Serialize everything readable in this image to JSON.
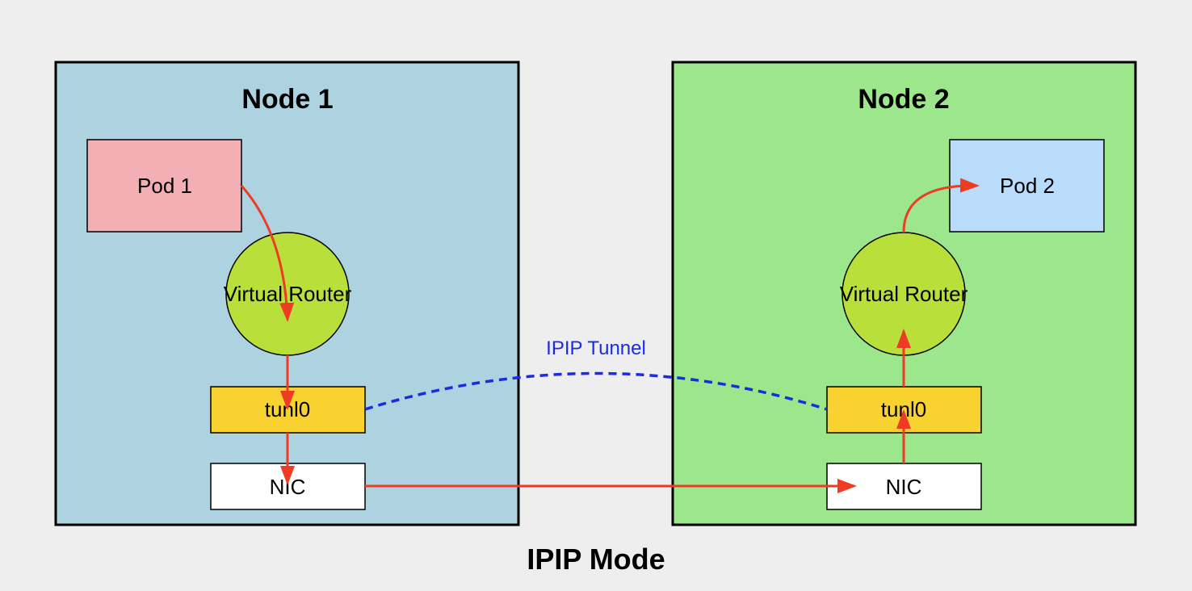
{
  "title": "IPIP Mode",
  "colors": {
    "background": "#eeeeee",
    "node1_fill": "#aed3e0",
    "node2_fill": "#9ce78c",
    "pod1_fill": "#f4afb4",
    "pod2_fill": "#b9dcfb",
    "router_fill": "#b9e03a",
    "tunl_fill": "#f8d230",
    "nic_fill": "#ffffff",
    "flow_arrow": "#ee3b24",
    "tunnel_line": "#1a2be0"
  },
  "nodes": [
    {
      "title": "Node 1",
      "pod_label": "Pod 1",
      "router_label": "Virtual Router",
      "tunl_label": "tunl0",
      "nic_label": "NIC"
    },
    {
      "title": "Node 2",
      "pod_label": "Pod 2",
      "router_label": "Virtual Router",
      "tunl_label": "tunl0",
      "nic_label": "NIC"
    }
  ],
  "tunnel": {
    "label": "IPIP Tunnel",
    "style": "dashed"
  }
}
